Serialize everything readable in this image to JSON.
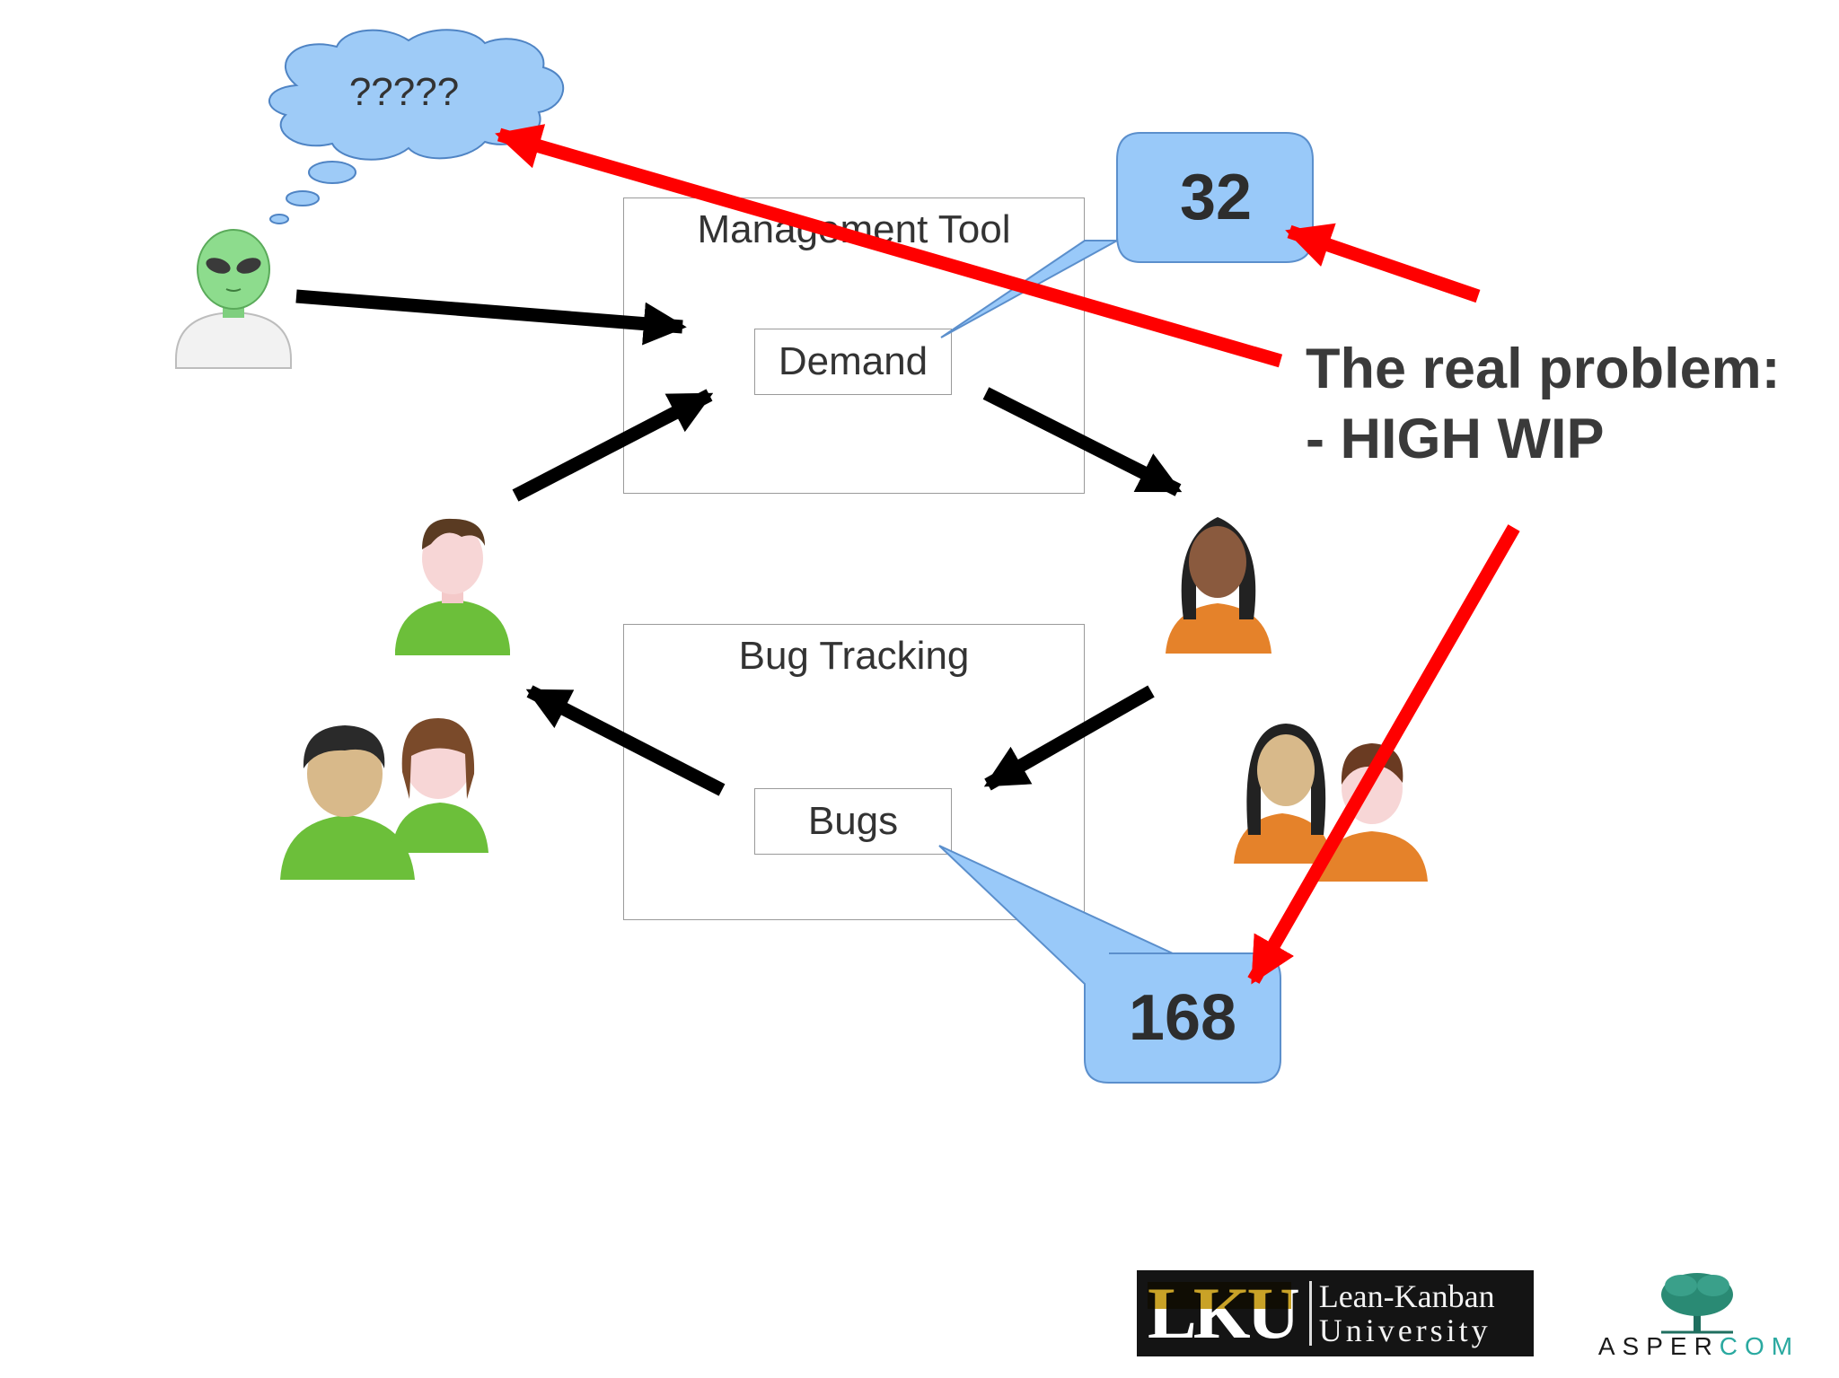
{
  "cloud": {
    "text": "?????"
  },
  "management_tool": {
    "title": "Management Tool",
    "item": "Demand"
  },
  "bug_tracking": {
    "title": "Bug Tracking",
    "item": "Bugs"
  },
  "callouts": {
    "demand_count": "32",
    "bugs_count": "168"
  },
  "problem": {
    "line1": "The real problem:",
    "line2": "- HIGH WIP"
  },
  "logos": {
    "lku_mark": "LKU",
    "lku_name_line1": "Lean-Kanban",
    "lku_name_line2": "University",
    "aspercom_part1": "ASPER",
    "aspercom_part2": "COM"
  },
  "colors": {
    "callout_fill": "#99c9f9",
    "callout_stroke": "#5b8fcc",
    "cloud_fill": "#9ecbf7",
    "red_arrow": "#ff0000",
    "black_arrow": "#000000",
    "green_person": "#6cbf3a",
    "orange_person": "#e5822a"
  }
}
